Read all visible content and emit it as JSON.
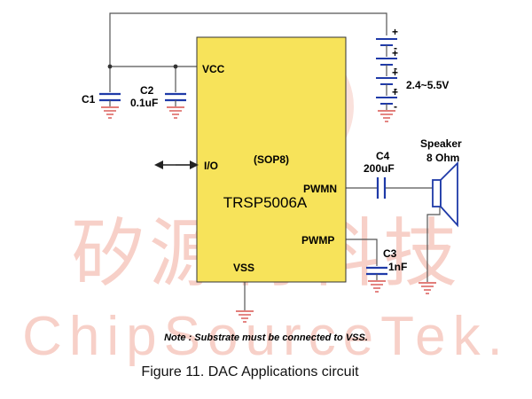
{
  "watermark": {
    "cn": "矽源特科技",
    "en": "ChipSourceTek."
  },
  "chip": {
    "package": "(SOP8)",
    "part": "TRSP5006A",
    "fill": "#f7e35a",
    "pins": {
      "vcc": "VCC",
      "io": "I/O",
      "pwmn": "PWMN",
      "pwmp": "PWMP",
      "vss": "VSS"
    }
  },
  "components": {
    "c1": {
      "name": "C1"
    },
    "c2": {
      "name": "C2",
      "value": "0.1uF"
    },
    "c3": {
      "name": "C3",
      "value": "1nF"
    },
    "c4": {
      "name": "C4",
      "value": "200uF"
    },
    "battery": {
      "range": "2.4~5.5V",
      "plus": "+",
      "minus": "-"
    },
    "speaker": {
      "name": "Speaker",
      "value": "8 Ohm"
    }
  },
  "note": "Note : Substrate must be connected to VSS.",
  "caption": "Figure 11.  DAC Applications circuit",
  "colors": {
    "ground": "#d9534f",
    "capacitor": "#1f3aa8",
    "watermark": "#f6c8bf",
    "chip": "#f7e35a"
  }
}
